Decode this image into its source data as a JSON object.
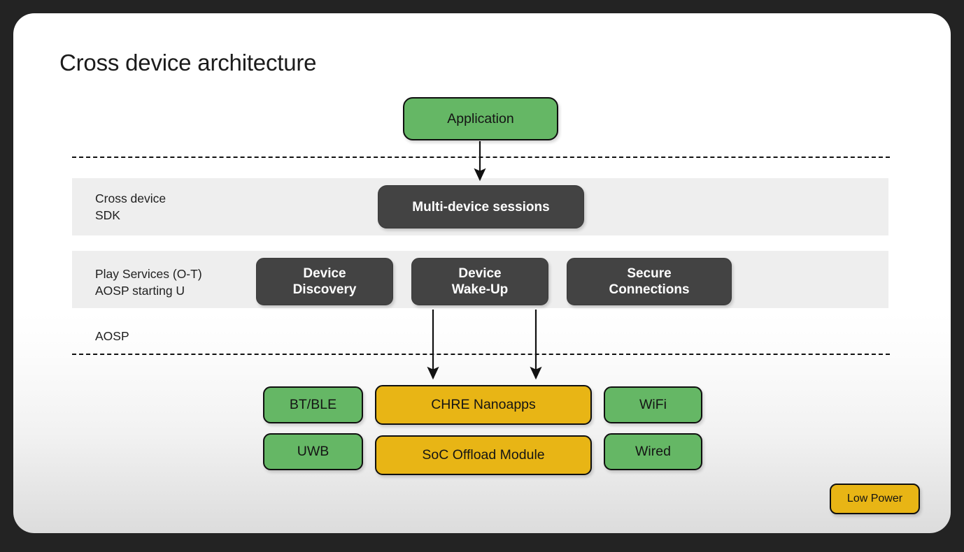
{
  "slide": {
    "title": "Cross device architecture",
    "background_color": "#232323",
    "card_color": "#ffffff"
  },
  "layers": [
    {
      "id": "sdk",
      "label": "Cross device\nSDK",
      "band_color": "#eeeeee"
    },
    {
      "id": "play-services",
      "label": "Play Services (O-T)\nAOSP starting U",
      "band_color": "#eeeeee"
    },
    {
      "id": "aosp",
      "label": "AOSP",
      "band_color": "transparent"
    }
  ],
  "nodes": {
    "application": {
      "label": "Application",
      "color": "#65b765",
      "style": "green"
    },
    "sessions": {
      "label": "Multi-device sessions",
      "color": "#434343",
      "style": "dark"
    },
    "device_discovery": {
      "label": "Device\nDiscovery",
      "color": "#434343",
      "style": "dark"
    },
    "device_wakeup": {
      "label": "Device\nWake-Up",
      "color": "#434343",
      "style": "dark"
    },
    "secure_connections": {
      "label": "Secure\nConnections",
      "color": "#434343",
      "style": "dark"
    },
    "bt_ble": {
      "label": "BT/BLE",
      "color": "#65b765",
      "style": "green"
    },
    "uwb": {
      "label": "UWB",
      "color": "#65b765",
      "style": "green"
    },
    "chre_nanoapps": {
      "label": "CHRE Nanoapps",
      "color": "#e8b515",
      "style": "yellow"
    },
    "soc_offload": {
      "label": "SoC Offload Module",
      "color": "#e8b515",
      "style": "yellow"
    },
    "wifi": {
      "label": "WiFi",
      "color": "#65b765",
      "style": "green"
    },
    "wired": {
      "label": "Wired",
      "color": "#65b765",
      "style": "green"
    }
  },
  "legend": {
    "low_power": {
      "label": "Low Power",
      "color": "#e8b515"
    }
  },
  "connections": [
    {
      "from": "application",
      "to": "sessions"
    },
    {
      "from": "device_discovery",
      "to": "chre_nanoapps"
    },
    {
      "from": "device_wakeup",
      "to": "chre_nanoapps"
    }
  ]
}
